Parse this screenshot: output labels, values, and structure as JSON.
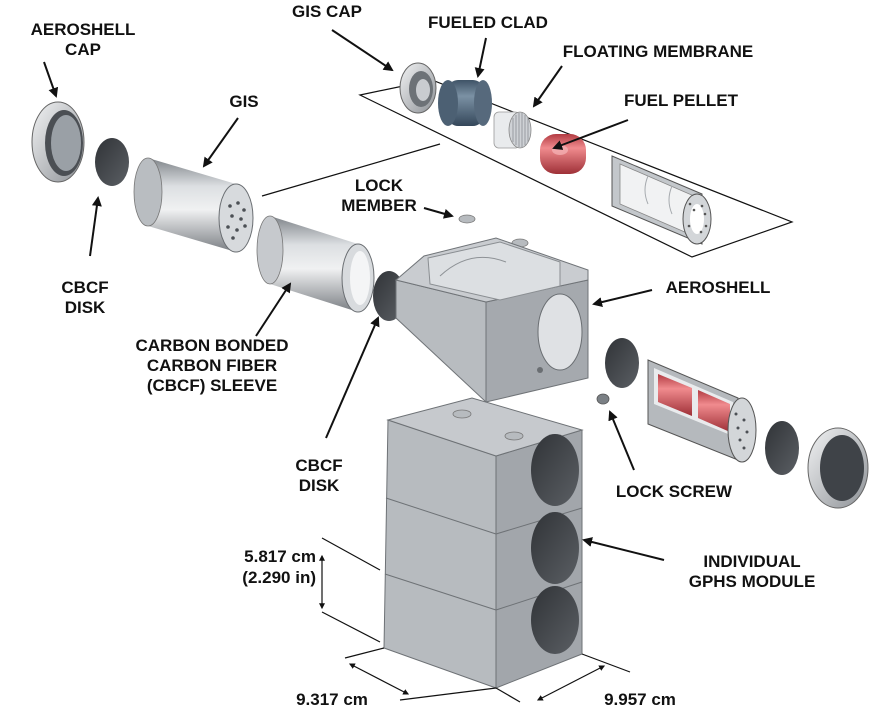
{
  "labels": {
    "aeroshell_cap": [
      "AEROSHELL",
      "CAP"
    ],
    "gis_cap": "GIS CAP",
    "fueled_clad": "FUELED CLAD",
    "floating_membrane": "FLOATING MEMBRANE",
    "fuel_pellet": "FUEL PELLET",
    "gis": "GIS",
    "lock_member": [
      "LOCK",
      "MEMBER"
    ],
    "aeroshell": "AEROSHELL",
    "cbcf_disk_left": [
      "CBCF",
      "DISK"
    ],
    "cbcf_sleeve": [
      "CARBON BONDED",
      "CARBON FIBER",
      "(CBCF) SLEEVE"
    ],
    "cbcf_disk_center": [
      "CBCF",
      "DISK"
    ],
    "lock_screw": "LOCK SCREW",
    "individual_module": [
      "INDIVIDUAL",
      "GPHS MODULE"
    ]
  },
  "dimensions": {
    "module_height": [
      "5.817 cm",
      "(2.290 in)"
    ],
    "module_width": "9.317 cm",
    "module_depth": "9.957 cm"
  },
  "colors": {
    "fueled_clad": "#5f7486",
    "fuel_pellet": "#d9555b",
    "graphite": "#a3a7ac",
    "line": "#111111"
  }
}
